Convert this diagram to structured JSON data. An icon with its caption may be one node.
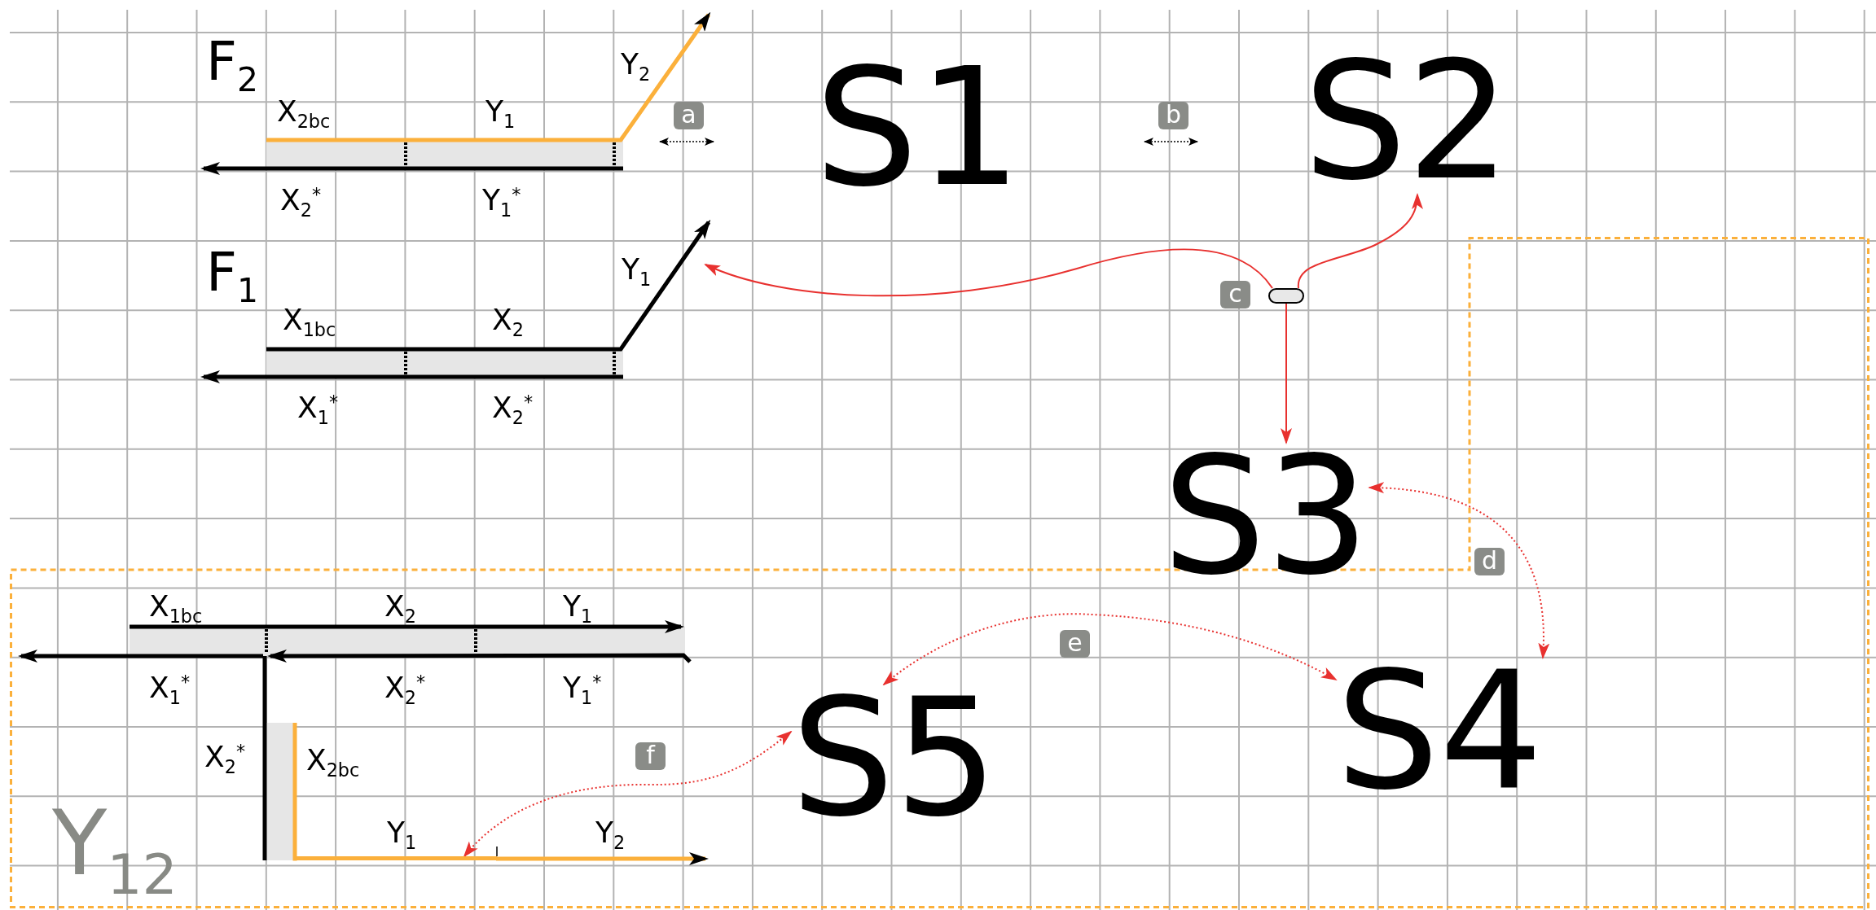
{
  "diagram": {
    "nodes": [
      {
        "text": [
          "S1"
        ]
      },
      {
        "text": [
          "S2"
        ]
      },
      {
        "text": [
          "S3"
        ]
      },
      {
        "text": [
          "Y$_{12}$"
        ]
      },
      {
        "text": [
          "S4"
        ],
        "in": 3
      },
      {
        "text": [
          "S5"
        ],
        "in": 3
      },
      {
        "text": [],
        "shape": "capsule"
      },
      {
        "text": [
          "a"
        ]
      },
      {
        "text": [
          "b"
        ]
      },
      {
        "text": [
          "c"
        ]
      },
      {
        "text": [
          "d"
        ],
        "in": 3
      },
      {
        "text": [
          "e"
        ],
        "in": 3
      },
      {
        "text": [
          "f"
        ],
        "in": 3
      },
      {
        "text": [],
        "shape": "bar",
        "in": 3
      }
    ],
    "edges": [
      {
        "from": 6,
        "to": null,
        "arrow": "to"
      },
      {
        "from": 6,
        "to": 1,
        "arrow": "to"
      },
      {
        "from": 6,
        "to": 2,
        "arrow": "to"
      },
      {
        "from": 2,
        "to": 4,
        "arrow": "both",
        "style": "dashed"
      },
      {
        "from": 5,
        "to": 4,
        "arrow": "both",
        "style": "dashed"
      },
      {
        "from": 5,
        "to": 13,
        "arrow": "both",
        "style": "dashed"
      }
    ],
    "labels": [
      "F$_{2}$",
      "Y$_{2}$",
      "X$_{2bc}$",
      "Y$_{1}$",
      "X$_{2}$$^{*}$",
      "Y$_{1}$$^{*}$",
      "F$_{1}$",
      "Y$_{1}$",
      "X$_{1bc}$",
      "X$_{2}$",
      "X$_{1}$$^{*}$",
      "X$_{2}$$^{*}$",
      "X$_{1bc}$",
      "X$_{2}$",
      "Y$_{1}$",
      "X$_{1}$$^{*}$",
      "X$_{2}$$^{*}$",
      "Y$_{1}$$^{*}$",
      "X$_{2}$$^{*}$",
      "X$_{2bc}$",
      "Y$_{1}$",
      "Y$_{2}$"
    ]
  }
}
